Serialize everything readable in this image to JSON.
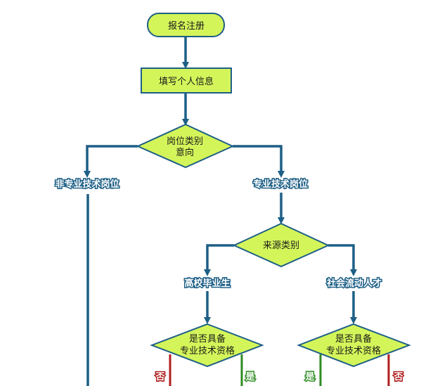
{
  "diagram": {
    "nodes": {
      "register": "报名注册",
      "fill_info": "填写个人信息",
      "post_type_line1": "岗位类别",
      "post_type_line2": "意向",
      "non_professional": "非专业技术岗位",
      "professional": "专业技术岗位",
      "source_type": "来源类别",
      "graduate": "高校毕业生",
      "social_talent": "社会流动人才",
      "qual_left_line1": "是否具备",
      "qual_left_line2": "专业技术资格",
      "qual_right_line1": "是否具备",
      "qual_right_line2": "专业技术资格"
    },
    "branches": {
      "left_no": "否",
      "left_yes": "是",
      "right_yes": "是",
      "right_no": "否"
    }
  },
  "colors": {
    "node_fill": "#d4f55a",
    "node_border": "#1d5f86",
    "arrow": "#1d5f86",
    "no_branch": "#b01e1e",
    "yes_branch": "#2e8b22"
  }
}
